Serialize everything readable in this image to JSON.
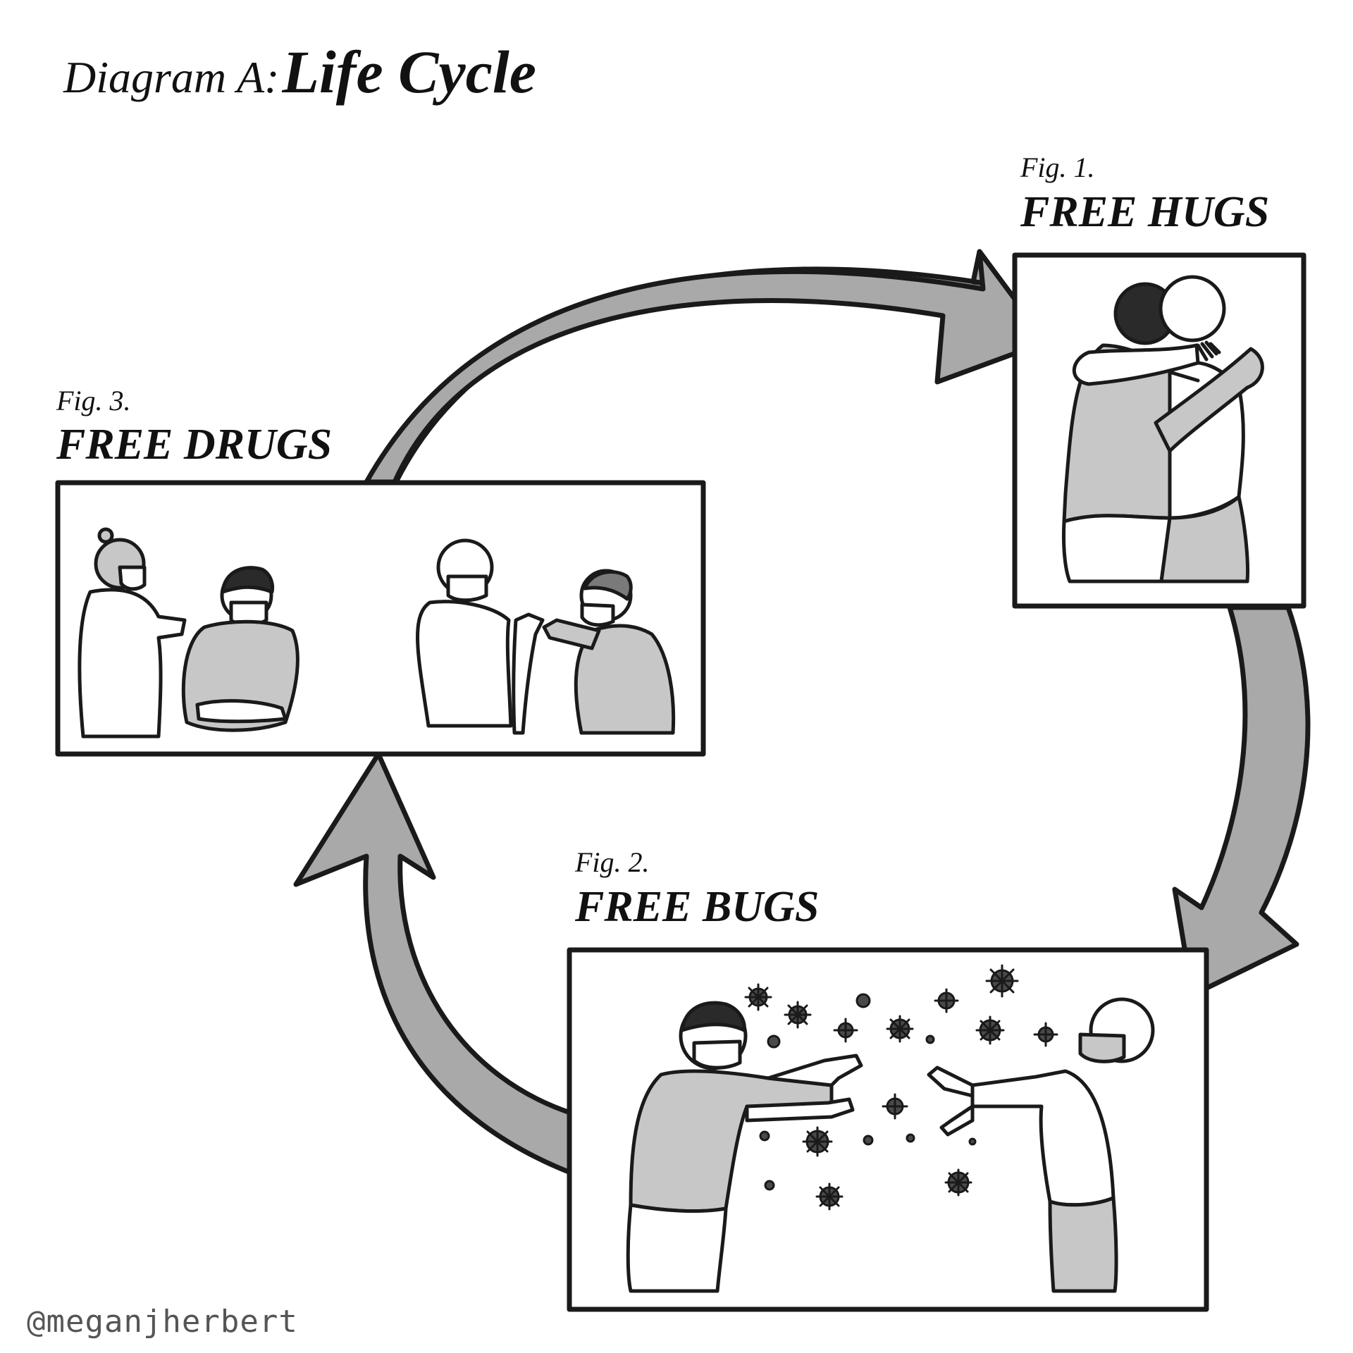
{
  "title": {
    "prefix": "Diagram A:",
    "main": "Life Cycle"
  },
  "figures": [
    {
      "label": "Fig. 1.",
      "title": "FREE HUGS"
    },
    {
      "label": "Fig. 2.",
      "title": "FREE BUGS"
    },
    {
      "label": "Fig. 3.",
      "title": "FREE DRUGS"
    }
  ],
  "signature": "@meganjherbert",
  "colors": {
    "arrow_fill": "#a9a9a9",
    "line": "#1a1a1a",
    "shirt_fill": "#c7c7c7",
    "virus": "#4a4a4a",
    "background": "#ffffff"
  }
}
